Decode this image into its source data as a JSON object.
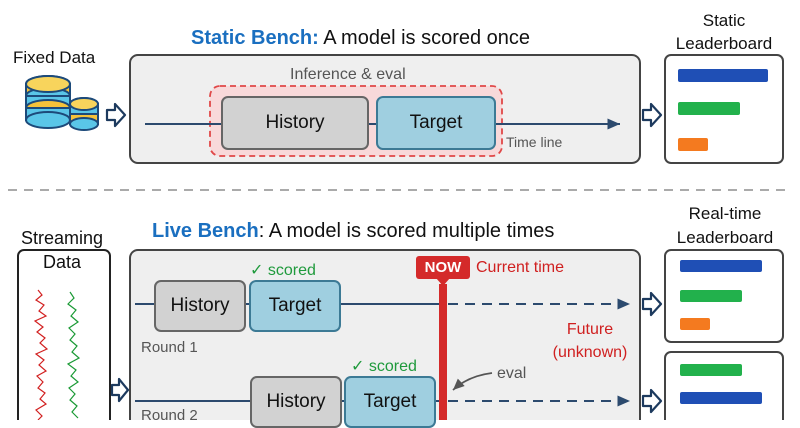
{
  "static": {
    "input_label": "Fixed Data",
    "title_bold": "Static Bench:",
    "title_rest": " A model is scored once",
    "inference_label": "Inference & eval",
    "history_label": "History",
    "target_label": "Target",
    "timeline_label": "Time line",
    "leaderboard_label_1": "Static",
    "leaderboard_label_2": "Leaderboard"
  },
  "live": {
    "input_label_1": "Streaming",
    "input_label_2": "Data",
    "title_bold": "Live Bench",
    "title_rest": ": A model is scored multiple times",
    "leaderboard_label_1": "Real-time",
    "leaderboard_label_2": "Leaderboard",
    "now_badge": "NOW",
    "current_time_label": "Current time",
    "future_label_1": "Future",
    "future_label_2": "(unknown)",
    "eval_label": "eval",
    "rounds": [
      {
        "label": "Round 1",
        "history_label": "History",
        "target_label": "Target",
        "scored_label": "✓ scored"
      },
      {
        "label": "Round 2",
        "history_label": "History",
        "target_label": "Target",
        "scored_label": "✓ scored"
      }
    ]
  },
  "colors": {
    "bar_blue": "#1f4fb5",
    "bar_green": "#22b14c",
    "bar_orange": "#f47a1f",
    "title_blue": "#1a6fc0",
    "now_red": "#d42a2a",
    "scored_green": "#1f9a3c"
  }
}
